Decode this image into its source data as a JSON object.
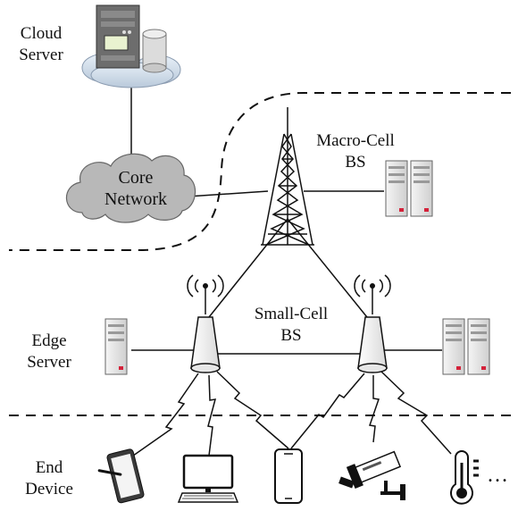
{
  "labels": {
    "cloud_server": [
      "Cloud",
      "Server"
    ],
    "core_network": [
      "Core",
      "Network"
    ],
    "macro_cell": [
      "Macro-Cell",
      "BS"
    ],
    "small_cell": [
      "Small-Cell",
      "BS"
    ],
    "edge_server": [
      "Edge",
      "Server"
    ],
    "end_device": [
      "End",
      "Device"
    ],
    "ellipsis": "…"
  },
  "icons": {
    "cloud_server": "server-cloud-icon",
    "core_network": "cloud-icon",
    "macro_tower": "macro-cell-tower-icon",
    "small_cell": "small-cell-antenna-icon",
    "edge_server": "server-rack-icon",
    "devices": [
      "tablet-icon",
      "desktop-computer-icon",
      "smartphone-icon",
      "security-camera-icon",
      "thermometer-sensor-icon"
    ]
  },
  "colors": {
    "line": "#111111",
    "cloud_gray": "#b8b8b8",
    "server_light": "#ececec",
    "server_dark": "#4a4a4a",
    "accent_red": "#d4223a"
  }
}
